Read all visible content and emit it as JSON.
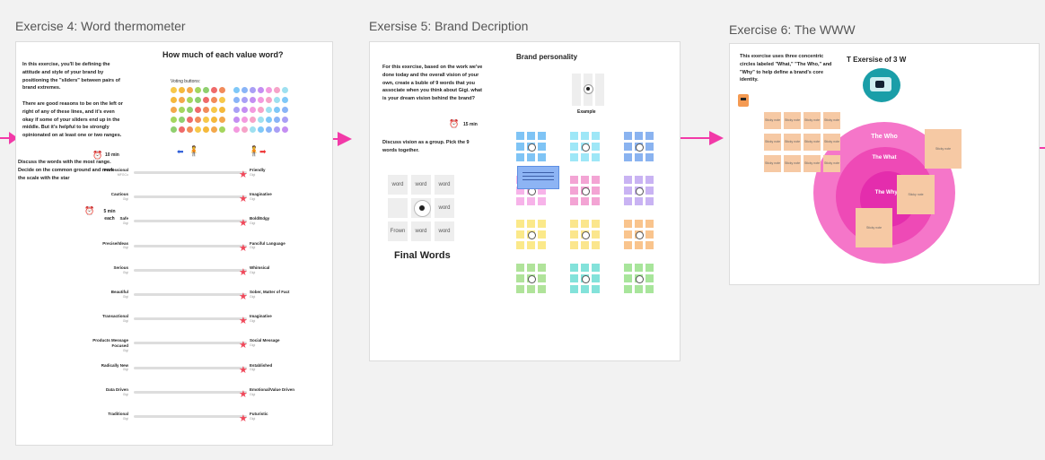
{
  "frames": {
    "ex4": {
      "title": "Exercise 4: Word thermometer"
    },
    "ex5": {
      "title": "Exersise 5: Brand Decription"
    },
    "ex6": {
      "title": "Exercise 6: The WWW"
    }
  },
  "ex4": {
    "heading": "How much of each value word?",
    "intro1": "In this exercise, you'll be defining the attitude and style of your brand by positioning the \"sliders\" between pairs of brand extremes.",
    "intro2": "There are good reasons to be on the left or right of any of these lines, and it's even okay if some of your sliders end up in the middle. But it's helpful to be strongly opinionated on at least one or two ranges.",
    "timer1": "10 min",
    "discuss": "Discuss the words with the most range. Decide on the common ground and mark the scale with the star",
    "timer2": "5 min each",
    "voting_label": "Voting buttons:",
    "sliders": [
      {
        "left": "Professional",
        "left_sub": "MFGCo",
        "right": "Friendly",
        "right_sub": "Gigi"
      },
      {
        "left": "Cautious",
        "left_sub": "Gigi",
        "right": "Imaginative",
        "right_sub": "Gigi"
      },
      {
        "left": "Safe",
        "left_sub": "Gigi",
        "right": "Bold/Edgy",
        "right_sub": "Gigi"
      },
      {
        "left": "Precise/Ideas",
        "left_sub": "Gigi",
        "right": "Fanciful Language",
        "right_sub": "Gigi"
      },
      {
        "left": "Serious",
        "left_sub": "Gigi",
        "right": "Whimsical",
        "right_sub": "Gigi"
      },
      {
        "left": "Beautiful",
        "left_sub": "Gigi",
        "right": "Sober, Matter of Fact",
        "right_sub": "Gigi"
      },
      {
        "left": "Transactional",
        "left_sub": "Gigi",
        "right": "Imaginative",
        "right_sub": "Gigi"
      },
      {
        "left": "Products Message Focused",
        "left_sub": "Gigi",
        "right": "Social Message",
        "right_sub": "Gigi"
      },
      {
        "left": "Radically New",
        "left_sub": "Gigi",
        "right": "Established",
        "right_sub": "Gigi"
      },
      {
        "left": "Data Driven",
        "left_sub": "Gigi",
        "right": "Emotional/Value Driven",
        "right_sub": "Gigi"
      },
      {
        "left": "Traditional",
        "left_sub": "Gigi",
        "right": "Futuristic",
        "right_sub": "Gigi"
      }
    ],
    "colors": {
      "star": "#f0485a",
      "arrow": "#f23aa8"
    }
  },
  "ex5": {
    "intro": "For this exercise, based on the work we've done today and the overall vision of your own, create a buble of 9 words that you associate when you think about Gigi. what is your dream vision behind the brand?",
    "timer": "15 min",
    "discuss": "Discuss vision as a group. Pick the 9 words together.",
    "heading": "Brand personality",
    "example_label": "Example",
    "final_words": "Final Words",
    "words": [
      "word",
      "word",
      "word",
      "",
      "",
      "word",
      "Frown",
      "word",
      "word"
    ],
    "palette": [
      "#7fc4f5",
      "#9ee7f7",
      "#8ab3f0",
      "#f7b3e9",
      "#f3a4d4",
      "#c9b3f3",
      "#fbe98a",
      "#fbe68d",
      "#f9c48d",
      "#b0e39a",
      "#83e2da",
      "#a8e59b"
    ]
  },
  "ex6": {
    "heading": "T Exersise of 3 W",
    "intro": "This exercise uses three concentric circles labeled \"What,\" \"The Who,\" and \"Why\" to help define a brand's core identity.",
    "who": "The Who",
    "what": "The What",
    "why": "The Why?",
    "sticky_text": "Sticky note"
  }
}
